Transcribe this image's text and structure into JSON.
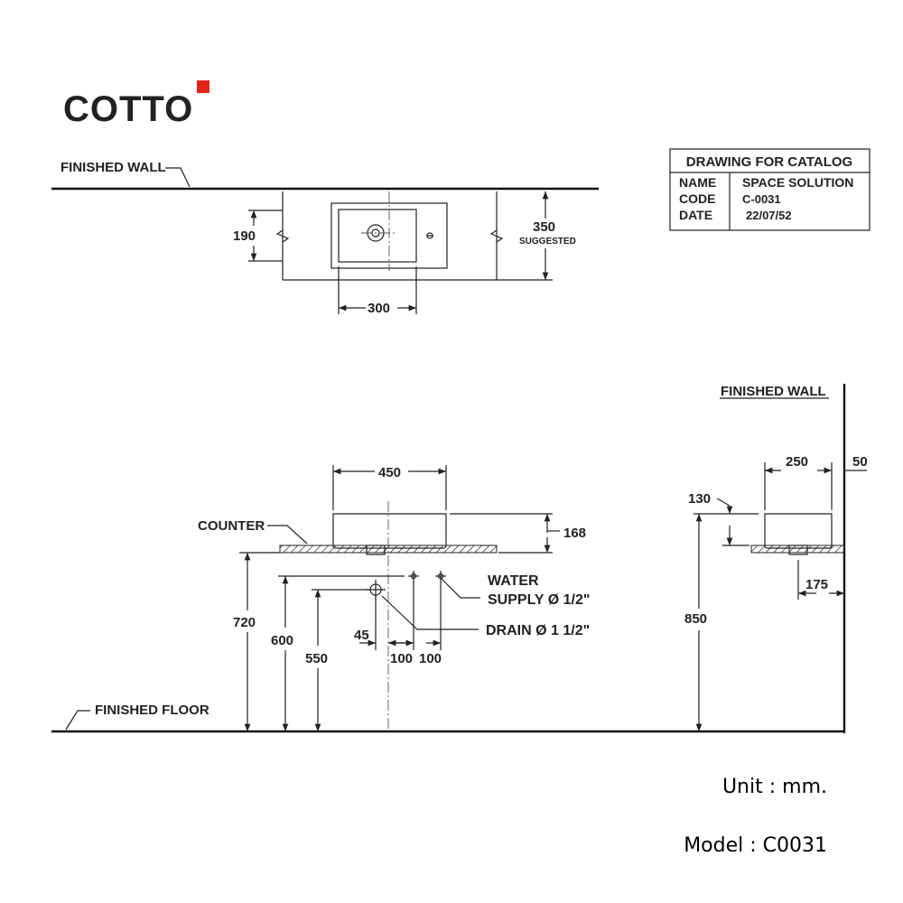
{
  "brand": {
    "name": "COTTO",
    "accent": "#e2231a"
  },
  "title_block": {
    "heading": "DRAWING FOR CATALOG",
    "rows": [
      {
        "key": "NAME",
        "value": "SPACE SOLUTION"
      },
      {
        "key": "CODE",
        "value": "C-0031"
      },
      {
        "key": "DATE",
        "value": "22/07/52"
      }
    ]
  },
  "plan_view": {
    "wall_label": "FINISHED WALL",
    "dim_depth": "190",
    "dim_suggested": "350",
    "suggested_note": "SUGGESTED",
    "dim_width": "300"
  },
  "front_view": {
    "counter_label": "COUNTER",
    "floor_label": "FINISHED FLOOR",
    "dim_width": "450",
    "dim_height": "168",
    "dim_counter": "720",
    "dim_supply": "600",
    "dim_drain": "550",
    "dim_offset": "45",
    "dim_spacing_a": "100",
    "dim_spacing_b": "100",
    "water_supply_label_1": "WATER",
    "water_supply_label_2": "SUPPLY  Ø 1/2\"",
    "drain_label": "DRAIN Ø 1  1/2\""
  },
  "side_view": {
    "wall_label": "FINISHED WALL",
    "dim_depth": "250",
    "dim_gap": "50",
    "dim_bowl": "130",
    "dim_drain_from_wall": "175",
    "dim_height": "850"
  },
  "footer": {
    "unit": "Unit : mm.",
    "model": "Model : C0031"
  }
}
